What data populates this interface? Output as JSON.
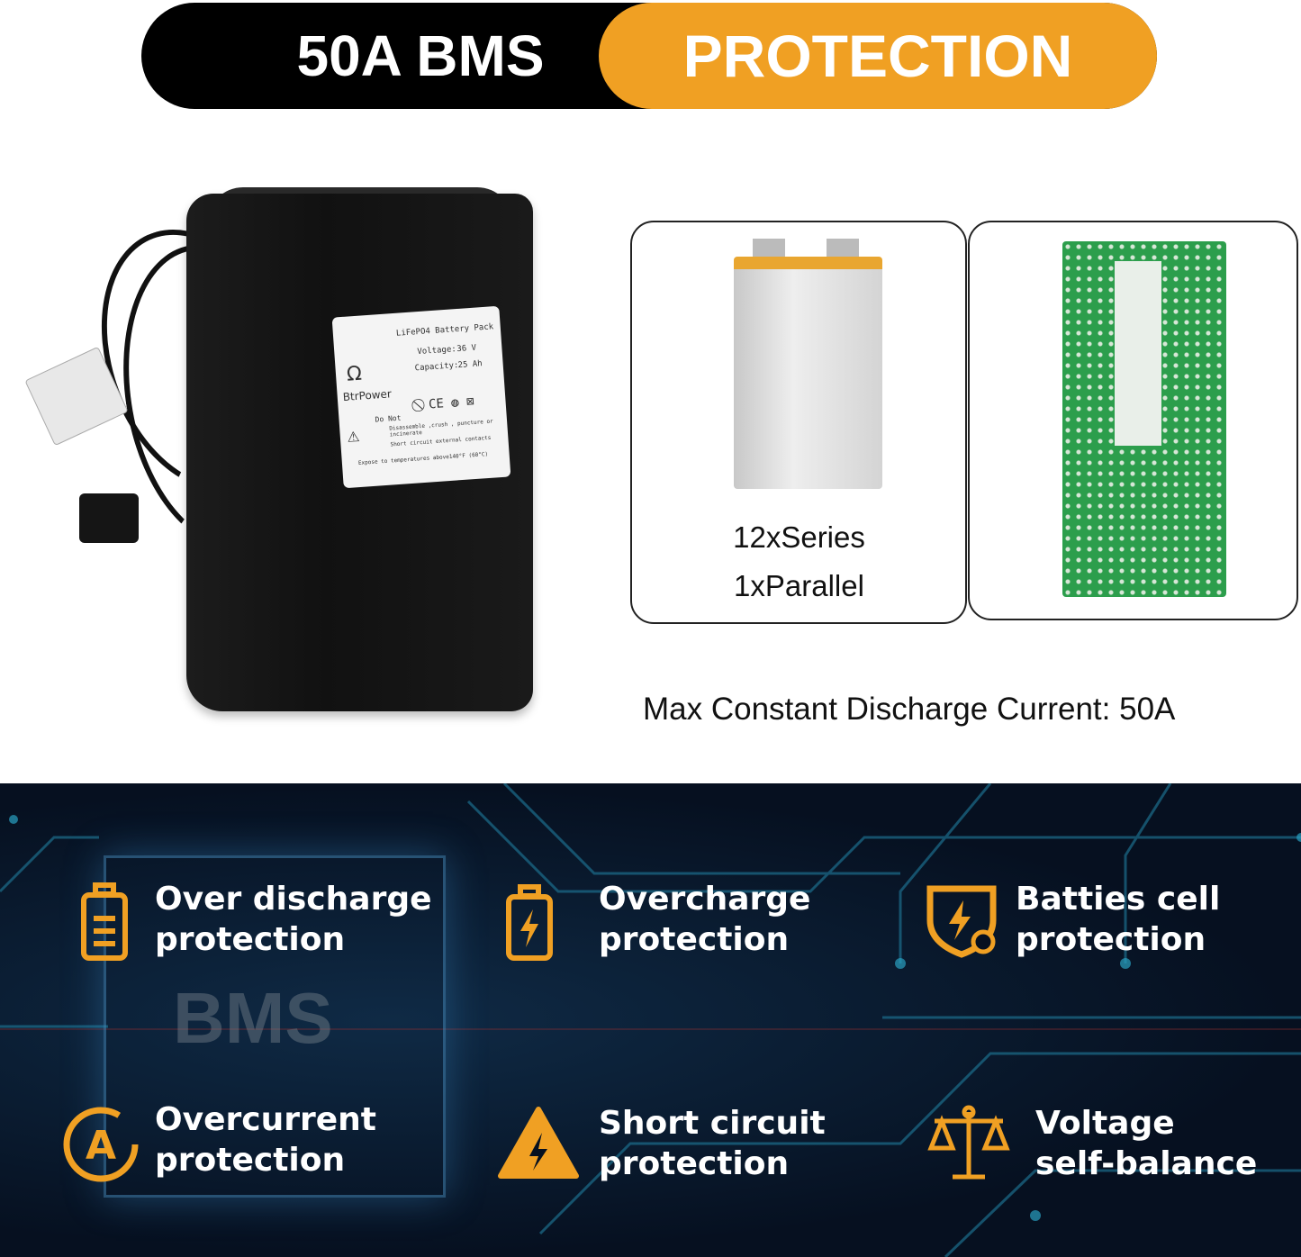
{
  "banner": {
    "left": "50A BMS",
    "right": "PROTECTION"
  },
  "battery_label": {
    "title": "LiFePO4 Battery Pack",
    "brand": "BtrPower",
    "voltage_label": "Voltage:",
    "voltage": "36 V",
    "capacity_label": "Capacity:",
    "capacity": "25 Ah",
    "do_not": "Do Not",
    "warn1": "Disassemble ,crush , puncture or incinerate",
    "warn2": "Short circuit external contacts",
    "warn3": "Expose to temperatures above140°F (60°C)"
  },
  "cell": {
    "series": "12xSeries",
    "parallel": "1xParallel"
  },
  "max_discharge": "Max Constant Discharge Current: 50A",
  "chip_text": "BMS",
  "colors": {
    "accent": "#f0a023",
    "dark_bg": "#061020"
  },
  "features": [
    {
      "line1": "Over discharge",
      "line2": "protection",
      "icon": "battery-level-icon"
    },
    {
      "line1": "Overcharge",
      "line2": "protection",
      "icon": "battery-bolt-icon"
    },
    {
      "line1": "Batties cell",
      "line2": "protection",
      "icon": "shield-bolt-icon"
    },
    {
      "line1": "Overcurrent",
      "line2": "protection",
      "icon": "ampere-circle-icon"
    },
    {
      "line1": "Short circuit",
      "line2": "protection",
      "icon": "warning-bolt-icon"
    },
    {
      "line1": "Voltage",
      "line2": "self-balance",
      "icon": "balance-scale-icon"
    }
  ]
}
